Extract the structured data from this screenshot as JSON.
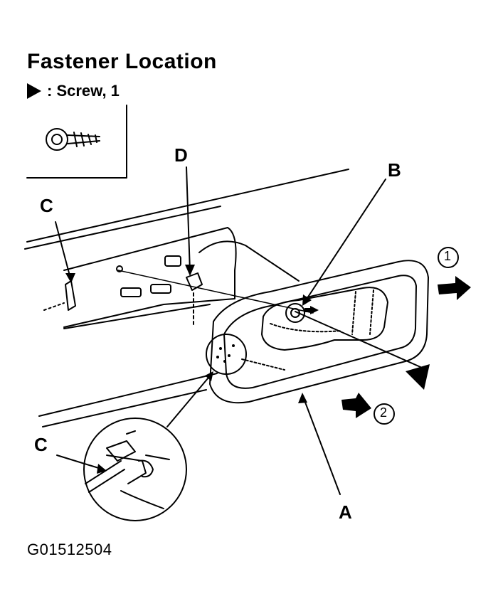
{
  "title": "Fastener Location",
  "legend": {
    "symbol": "triangle-fastener-icon",
    "text": ": Screw, 1"
  },
  "callouts": {
    "a": "A",
    "b": "B",
    "c_top": "C",
    "c_bottom": "C",
    "d": "D"
  },
  "steps": {
    "one": "1",
    "two": "2"
  },
  "figure_code": "G01512504"
}
